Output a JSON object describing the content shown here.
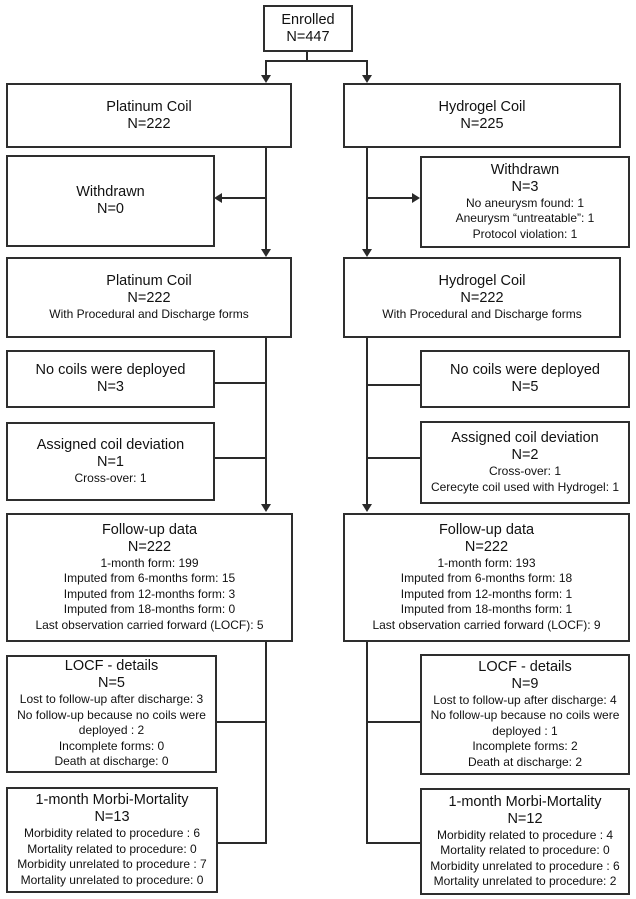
{
  "palette": {
    "line": "#2a2a2a",
    "border": "#2e2e2e",
    "text": "#111111",
    "background": "#ffffff"
  },
  "flowchart": {
    "enrolled": {
      "title": "Enrolled",
      "n": "N=447"
    },
    "left": {
      "assigned": {
        "title": "Platinum Coil",
        "n": "N=222"
      },
      "withdrawn": {
        "title": "Withdrawn",
        "n": "N=0"
      },
      "forms": {
        "title": "Platinum Coil",
        "n": "N=222",
        "subtitle": "With Procedural and Discharge forms"
      },
      "no_coils": {
        "title": "No coils were deployed",
        "n": "N=3"
      },
      "deviation": {
        "title": "Assigned coil deviation",
        "n": "N=1",
        "details": [
          "Cross-over: 1"
        ]
      },
      "follow_up": {
        "title": "Follow-up data",
        "n": "N=222",
        "details": [
          "1-month form: 199",
          "Imputed from 6-months form: 15",
          "Imputed from 12-months form: 3",
          "Imputed from 18-months form: 0",
          "Last observation carried forward (LOCF): 5"
        ]
      },
      "locf": {
        "title": "LOCF - details",
        "n": "N=5",
        "details": [
          "Lost to follow-up after discharge: 3",
          "No follow-up because no coils were deployed : 2",
          "Incomplete forms: 0",
          "Death at discharge: 0"
        ]
      },
      "morbi": {
        "title": "1-month Morbi-Mortality",
        "n": "N=13",
        "details": [
          "Morbidity related to procedure : 6",
          "Mortality related to procedure: 0",
          "Morbidity unrelated to procedure : 7",
          "Mortality unrelated to procedure: 0"
        ]
      }
    },
    "right": {
      "assigned": {
        "title": "Hydrogel Coil",
        "n": "N=225"
      },
      "withdrawn": {
        "title": "Withdrawn",
        "n": "N=3",
        "details": [
          "No aneurysm found: 1",
          "Aneurysm “untreatable”: 1",
          "Protocol violation: 1"
        ]
      },
      "forms": {
        "title": "Hydrogel Coil",
        "n": "N=222",
        "subtitle": "With Procedural and Discharge forms"
      },
      "no_coils": {
        "title": "No coils were deployed",
        "n": "N=5"
      },
      "deviation": {
        "title": "Assigned coil deviation",
        "n": "N=2",
        "details": [
          "Cross-over: 1",
          "Cerecyte coil used with Hydrogel: 1"
        ]
      },
      "follow_up": {
        "title": "Follow-up data",
        "n": "N=222",
        "details": [
          "1-month form: 193",
          "Imputed from 6-months form: 18",
          "Imputed from 12-months form: 1",
          "Imputed from 18-months form: 1",
          "Last observation carried forward (LOCF): 9"
        ]
      },
      "locf": {
        "title": "LOCF - details",
        "n": "N=9",
        "details": [
          "Lost to follow-up after discharge: 4",
          "No follow-up because no coils were deployed : 1",
          "Incomplete forms: 2",
          "Death at discharge: 2"
        ]
      },
      "morbi": {
        "title": "1-month Morbi-Mortality",
        "n": "N=12",
        "details": [
          "Morbidity related to procedure : 4",
          "Mortality related to procedure: 0",
          "Morbidity unrelated to procedure : 6",
          "Mortality unrelated to procedure: 2"
        ]
      }
    }
  }
}
